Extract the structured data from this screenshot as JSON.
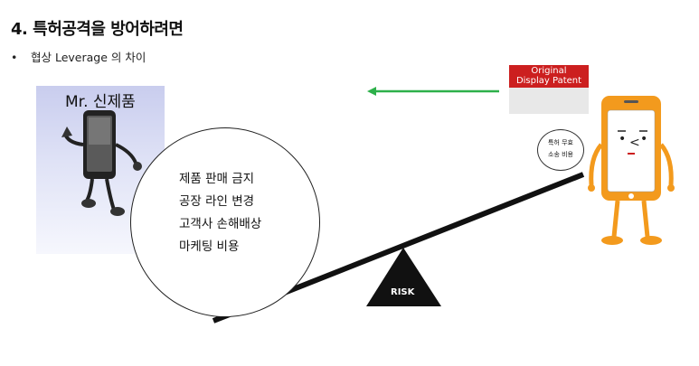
{
  "title": "4. 특허공격을 방어하려면",
  "bullet": {
    "marker": "•",
    "text": "협상 Leverage 의 차이"
  },
  "left_phone": {
    "label": "Mr. 신제품"
  },
  "circle_items": [
    "제품 판매 금지",
    "공장 라인 변경",
    "고객사 손해배상",
    "마케팅 비용"
  ],
  "patent": {
    "line1": "Original",
    "line2": "Display Patent"
  },
  "bubble": {
    "line1": "특허 무효",
    "line2": "소송 비용"
  },
  "risk_label": "RISK",
  "colors": {
    "arrow": "#2db04a",
    "patent_label_bg": "#cc1f1f",
    "phone_orange": "#f39a1d",
    "fulcrum": "#111111"
  },
  "icons": [
    "revolver-icon",
    "left-arrow-icon",
    "phone-character-icon",
    "seesaw-fulcrum-icon"
  ]
}
